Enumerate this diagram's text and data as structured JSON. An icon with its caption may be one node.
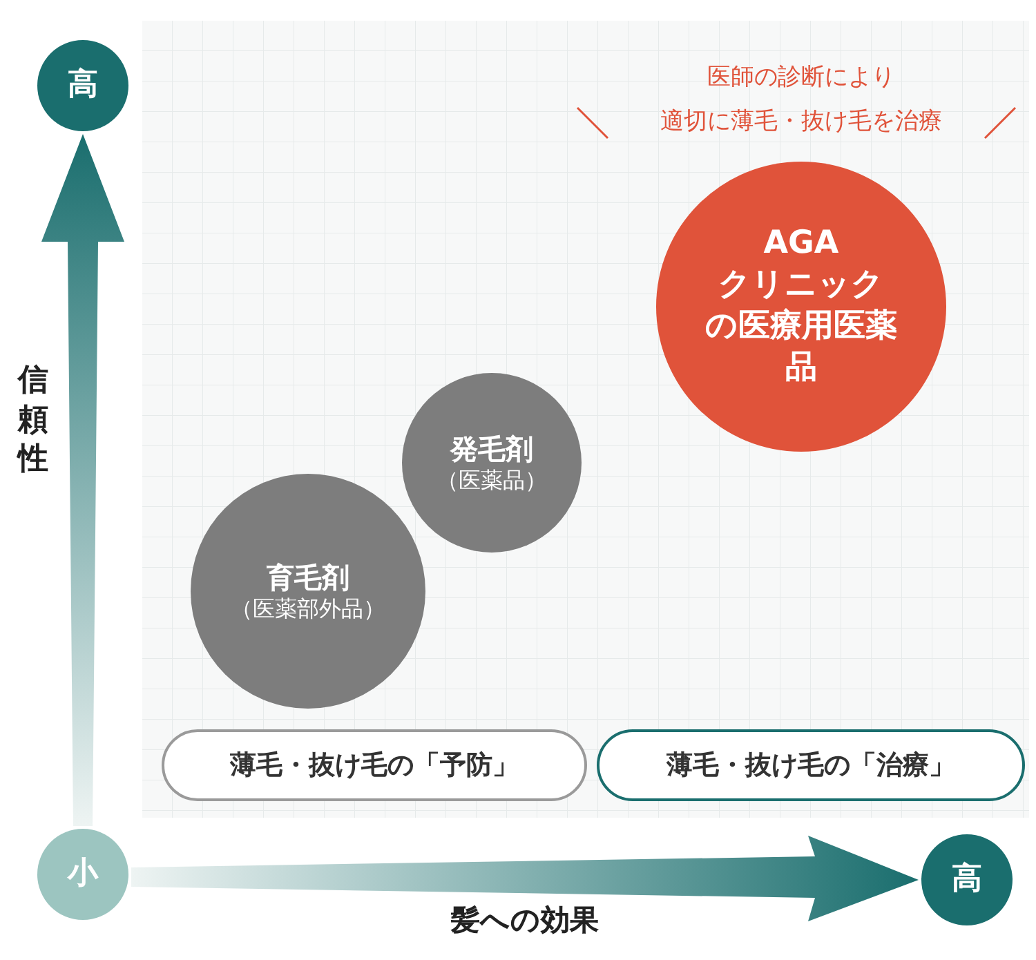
{
  "diagram": {
    "nodes": [
      {
        "text": [
          "高"
        ]
      },
      {
        "text": [
          "AGAクリニックの医療用医薬品"
        ]
      },
      {
        "text": [
          "発毛剤",
          "（医薬品）"
        ]
      },
      {
        "text": [
          "育毛剤",
          "（医薬部外品）"
        ]
      },
      {
        "text": [
          "薄毛・抜け毛の「**予防**」"
        ]
      },
      {
        "text": [
          "薄毛・抜け毛の「**治療**」"
        ]
      },
      {
        "text": [
          "小"
        ]
      },
      {
        "text": [
          "高"
        ]
      }
    ],
    "edges": [
      {
        "from": 6,
        "to": 0,
        "arrow": "to"
      },
      {
        "from": 6,
        "to": 7,
        "arrow": "to"
      }
    ],
    "labels": [
      "医師の診断により",
      "適切に薄毛・抜け毛を治療",
      "信頼性",
      "髪への効果"
    ]
  }
}
